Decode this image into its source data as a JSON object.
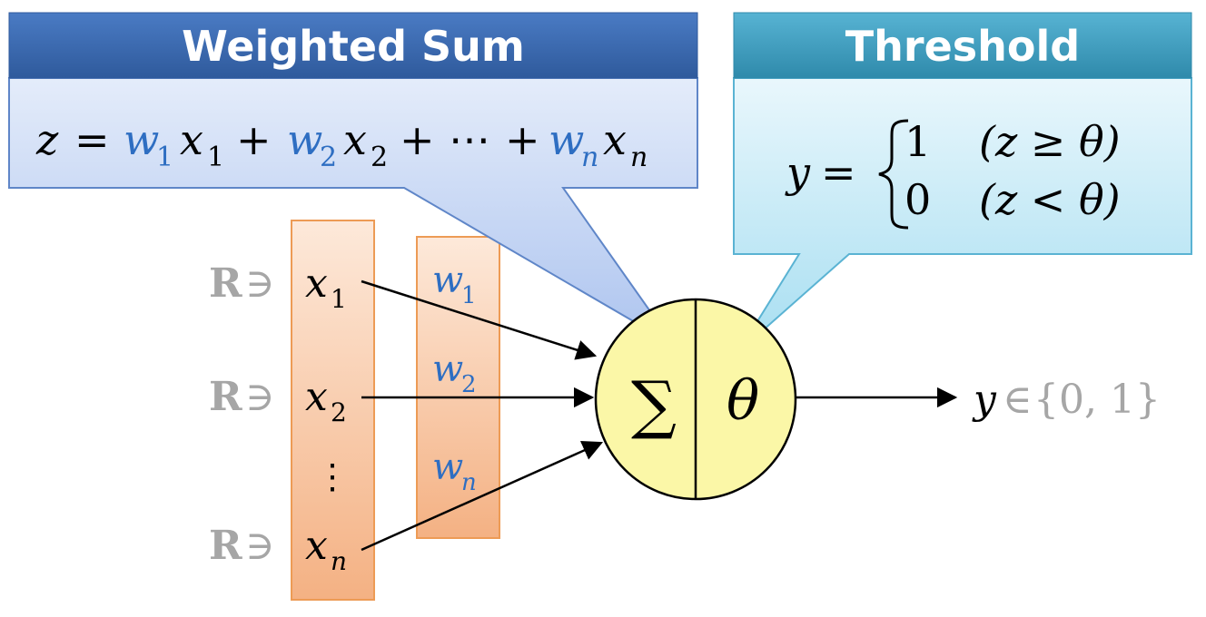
{
  "weighted_sum": {
    "title": "Weighted Sum",
    "formula": {
      "z": "z",
      "eq": "=",
      "w": "w",
      "x": "x",
      "sub1": "1",
      "sub2": "2",
      "subn": "n",
      "plus": "+",
      "ellipsis": "⋯"
    }
  },
  "threshold": {
    "title": "Threshold",
    "formula": {
      "y": "y",
      "eq": "=",
      "one": "1",
      "zero": "0",
      "cond_ge": "(z ≥ θ)",
      "cond_lt": "(z < θ)"
    }
  },
  "inputs": {
    "domain_symbol": "R",
    "member_symbol": "∋",
    "items": [
      {
        "var": "x",
        "sub": "1"
      },
      {
        "var": "x",
        "sub": "2"
      },
      {
        "var": "x",
        "sub": "n"
      }
    ],
    "vdots": "⋮"
  },
  "weights": {
    "items": [
      {
        "var": "w",
        "sub": "1"
      },
      {
        "var": "w",
        "sub": "2"
      },
      {
        "var": "w",
        "sub": "n"
      }
    ]
  },
  "neuron": {
    "sum_symbol": "∑",
    "theta_symbol": "θ"
  },
  "output": {
    "var": "y",
    "member_symbol": "∈",
    "set": "{0, 1}"
  },
  "colors": {
    "weighted_sum_header": "#3f6fb5",
    "threshold_header": "#3c9bbd",
    "weight_blue": "#2e6ec2",
    "neuron_fill": "#fbf7a7",
    "column_top": "#fbe5d3",
    "column_bottom": "#f4b183",
    "muted_gray": "#a6a6a6"
  }
}
